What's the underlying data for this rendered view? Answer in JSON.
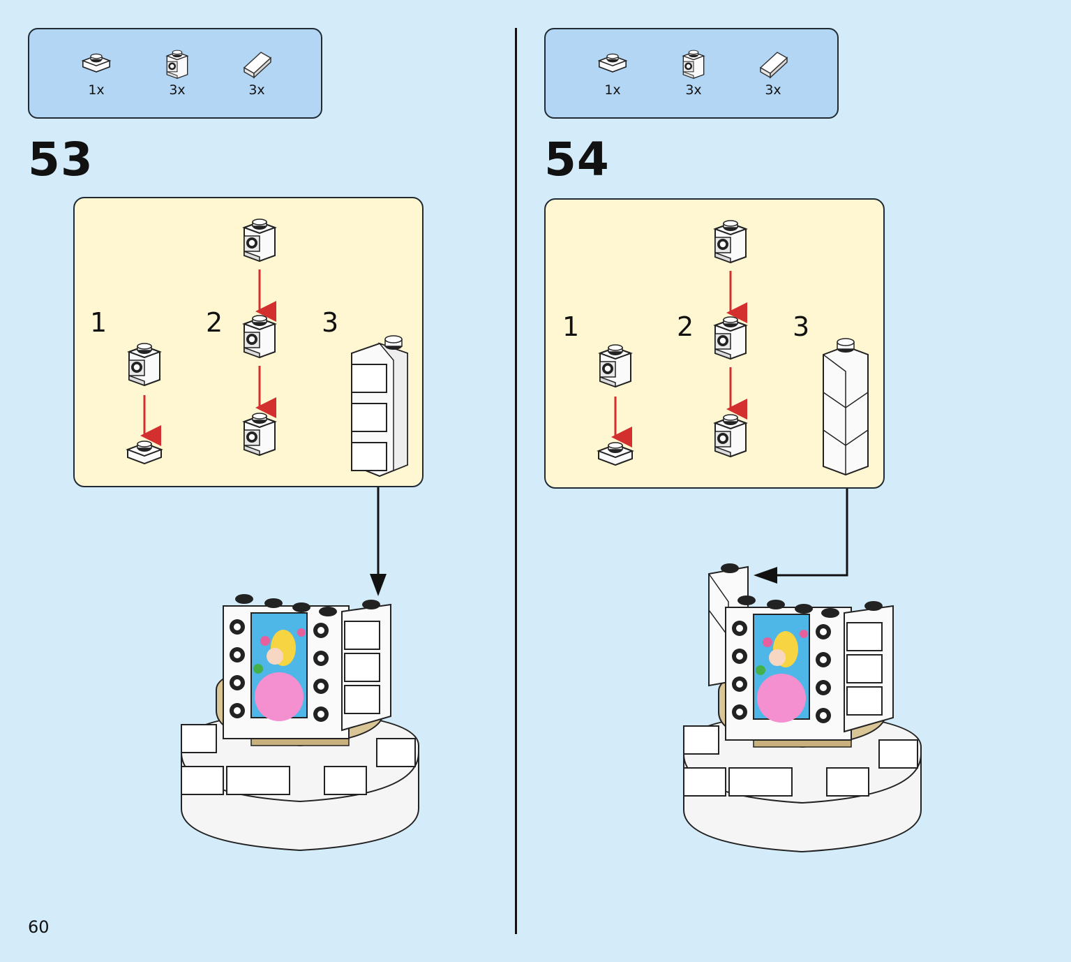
{
  "page_number": "60",
  "steps": [
    {
      "number": "53",
      "parts": [
        {
          "qty": "1x",
          "icon": "plate-1x1-icon"
        },
        {
          "qty": "3x",
          "icon": "brick-headlight-icon"
        },
        {
          "qty": "3x",
          "icon": "slope-tile-icon"
        }
      ],
      "substeps": [
        "1",
        "2",
        "3"
      ]
    },
    {
      "number": "54",
      "parts": [
        {
          "qty": "1x",
          "icon": "plate-1x1-icon"
        },
        {
          "qty": "3x",
          "icon": "brick-headlight-icon"
        },
        {
          "qty": "3x",
          "icon": "slope-tile-icon"
        }
      ],
      "substeps": [
        "1",
        "2",
        "3"
      ]
    }
  ],
  "colors": {
    "background": "#d4ebf9",
    "parts_box": "#b3d6f4",
    "substep_box": "#fff6d2",
    "arrow_red": "#d32f2f"
  }
}
